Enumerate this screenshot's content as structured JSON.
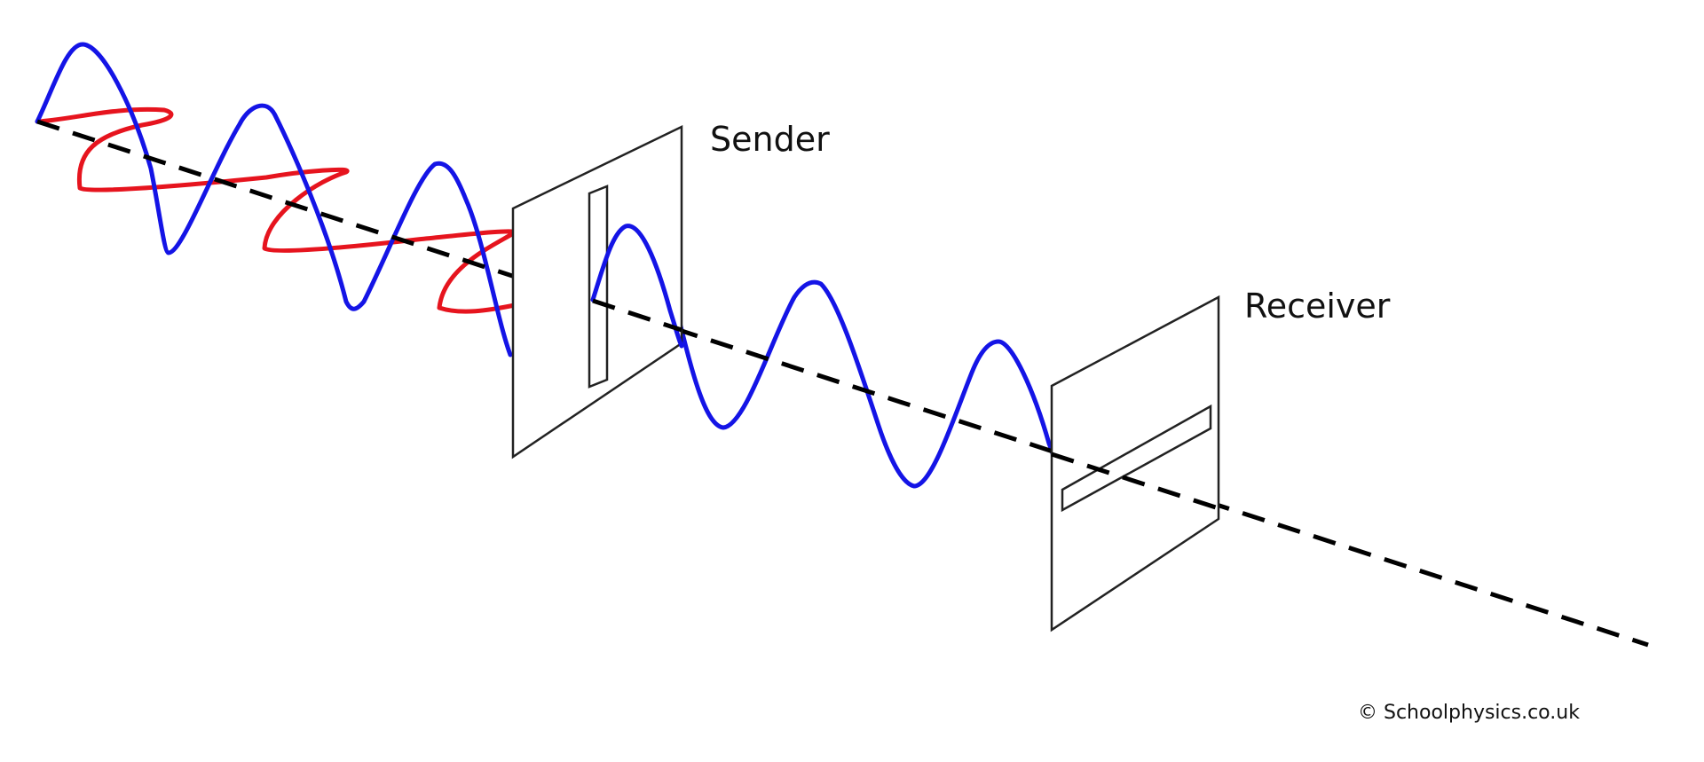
{
  "labels": {
    "sender": "Sender",
    "receiver": "Receiver",
    "copyright": "© Schoolphysics.co.uk"
  },
  "colors": {
    "vertical_wave": "#1414e6",
    "horizontal_wave": "#e6141e",
    "axis": "#000000",
    "plate_stroke": "#222222"
  }
}
